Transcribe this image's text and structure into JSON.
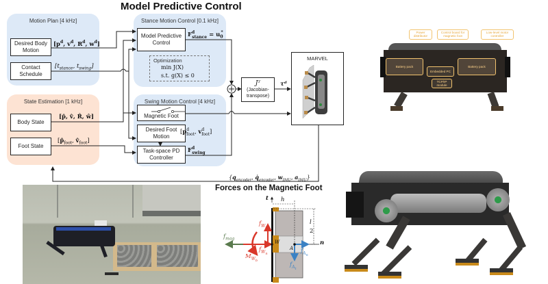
{
  "title": "Model Predictive Control",
  "groups": {
    "motion_plan": {
      "label": "Motion Plan [4 kHz]",
      "color": "#dde9f7"
    },
    "state_estimation": {
      "label": "State Estimation [1 kHz]",
      "color": "#fde3d3"
    },
    "stance": {
      "label": "Stance Motion Control [0.1 kHz]",
      "color": "#dde9f7"
    },
    "swing": {
      "label": "Swing Motion Control [4 kHz]",
      "color": "#dde9f7"
    }
  },
  "blocks": {
    "desired_body_motion": "Desired Body Motion",
    "contact_schedule": "Contact Schedule",
    "body_state": "Body State",
    "foot_state": "Foot State",
    "mpc": "Model Predictive Control",
    "optimization_title": "Optimization",
    "optimization_obj": "min J(X)",
    "optimization_con": "s.t. g(X) ≤ 0",
    "magnetic_foot": "Magnetic Foot",
    "desired_foot_motion": "Desired Foot Motion",
    "task_space_pd": "Task-space PD Controller",
    "jacobian_symbol": "Jᵀ",
    "jacobian_label": "(Jacobian-transpose)",
    "marvel": "MARVEL"
  },
  "signals": {
    "desired_body": "[pᵈ, vᵈ, Rᵈ, wᵈ]",
    "contact": "[t_stance, t_swing]",
    "body_state": "[p̂, v̂, R̂, ŵ]",
    "foot_state": "[p̂_foot, v̂_foot]",
    "stance_force": "Fᵈ_stance = u*₀",
    "foot_motion": "[pᵈ_foot, vᵈ_foot]",
    "swing_force": "Fᵈ_swing",
    "torque": "τᵈ",
    "feedback": "{q_encoder, q̇_encoder, w_IMU, a_IMU}",
    "sum_symbol": "+"
  },
  "forces_diagram": {
    "title": "Forces on the Magnetic Foot",
    "labels": {
      "t_axis": "t",
      "n_axis": "n",
      "h": "h",
      "l_half_num": "l",
      "l_half_den": "2",
      "f_mag": "f_mag",
      "f_wt": "f_Wt",
      "f_wn": "f_Wn",
      "m_wb": "M_Wb",
      "f_an": "f_An",
      "f_at": "f_At",
      "point_w": "W",
      "point_a": "A"
    },
    "colors": {
      "red": "#d9372a",
      "blue": "#3b82c4",
      "green": "#5a7a4e",
      "orange": "#c98a1a"
    }
  },
  "robot_callouts": {
    "power_distributor": "Power distributor",
    "control_board": "Control board for magnetic foot",
    "motor_controller": "Low-level motor controller",
    "battery_left": "Battery pack",
    "embedded_pc": "Embedded PC",
    "battery_right": "Battery pack",
    "tcpip": "TCP/IP module"
  }
}
